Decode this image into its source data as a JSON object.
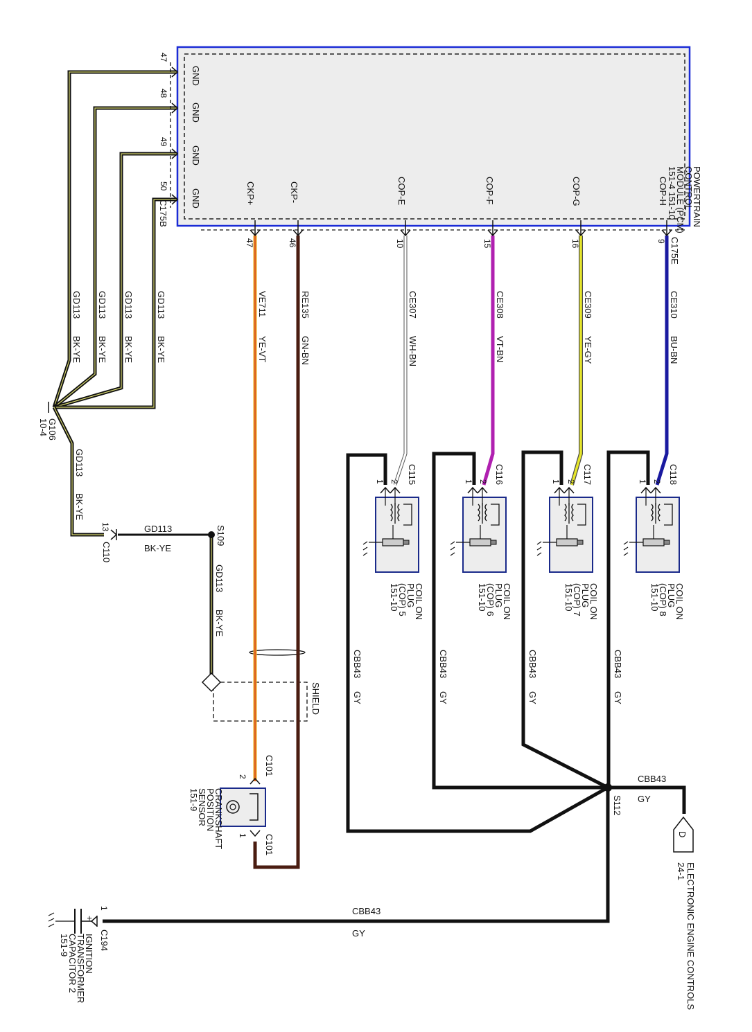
{
  "pcm": {
    "name": [
      "POWERTRAIN",
      "CONTROL",
      "MODULE (PCM)",
      "151-4    151-10"
    ],
    "pins": {
      "gnd47": "GND",
      "gnd48": "GND",
      "gnd49": "GND",
      "gnd50": "GND",
      "ckp_pos": "CKP+",
      "ckp_neg": "CKP-",
      "cop_e": "COP-E",
      "cop_f": "COP-F",
      "cop_g": "COP-G",
      "cop_h": "COP-H"
    },
    "pin_numbers": {
      "n47": "47",
      "n48": "48",
      "n49": "49",
      "n50": "50"
    }
  },
  "connectors": {
    "c175b": "C175B",
    "c175e": "C175E",
    "c115": "C115",
    "c116": "C116",
    "c117": "C117",
    "c118": "C118",
    "c110": "C110",
    "c101_top": "C101",
    "c101_bottom": "C101",
    "c194": "C194"
  },
  "pins": {
    "ckp47": "47",
    "ckp46": "46",
    "cope10": "10",
    "copf15": "15",
    "copg16": "16",
    "coph9": "9",
    "c110_13": "13",
    "c101_2": "2",
    "c101_1": "1",
    "c194_1": "1",
    "coil5_1": "1",
    "coil5_2": "2",
    "coil6_1": "1",
    "coil6_2": "2",
    "coil7_1": "1",
    "coil7_2": "2",
    "coil8_1": "1",
    "coil8_2": "2"
  },
  "wires": {
    "gd113": "GD113",
    "bkye": "BK-YE",
    "ve711": "VE711",
    "yevt": "YE-VT",
    "re135": "RE135",
    "gnbn": "GN-BN",
    "ce307": "CE307",
    "whbn": "WH-BN",
    "ce308": "CE308",
    "vtbn": "VT-BN",
    "ce309": "CE309",
    "yegy": "YE-GY",
    "ce310": "CE310",
    "bubn": "BU-BN",
    "cbb43": "CBB43",
    "gy": "GY"
  },
  "splices": {
    "s109": "S109",
    "s112": "S112"
  },
  "ground": {
    "name": "G106",
    "ref": "10-4"
  },
  "shield": "SHIELD",
  "coils": {
    "cop5": [
      "COIL ON",
      "PLUG",
      "(COP) 5",
      "151-10"
    ],
    "cop6": [
      "COIL ON",
      "PLUG",
      "(COP) 6",
      "151-10"
    ],
    "cop7": [
      "COIL ON",
      "PLUG",
      "(COP) 7",
      "151-10"
    ],
    "cop8": [
      "COIL ON",
      "PLUG",
      "(COP) 8",
      "151-10"
    ]
  },
  "ckp_sensor": [
    "CRANKSHAFT",
    "POSITION",
    "SENSOR",
    "151-9"
  ],
  "capacitor": [
    "IGNITION",
    "TRANSFORMER",
    "CAPACITOR 2",
    "151-9"
  ],
  "offpage": {
    "letter": "D",
    "label": "ELECTRONIC ENGINE CONTROLS",
    "ref": "24-1"
  },
  "polarity": {
    "plus": "+"
  },
  "colors": {
    "pcm_border": "#1a2bd6",
    "pcm_fill": "#ededed",
    "ve711": "#e8a020",
    "ce308": "#b020b0",
    "ce309": "#e6e62a",
    "ce310": "#1a1aa0",
    "bkye_stripe": "#d8d870",
    "component_border": "#1a2a8a"
  }
}
